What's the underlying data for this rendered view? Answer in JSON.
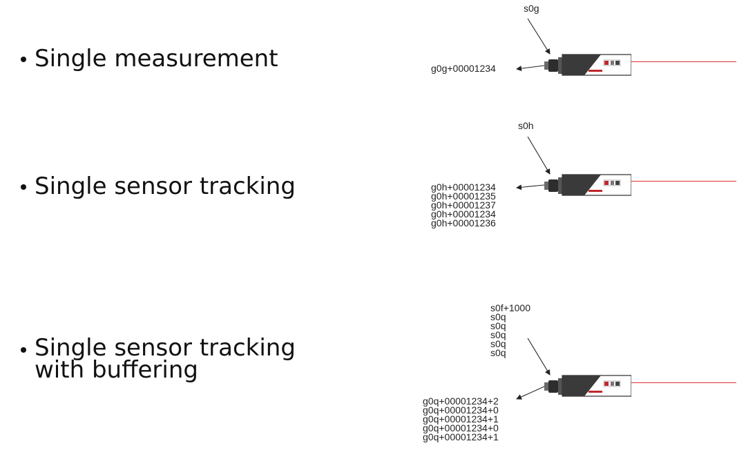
{
  "bullets": [
    {
      "lines": [
        "Single measurement"
      ]
    },
    {
      "lines": [
        "Single sensor tracking"
      ]
    },
    {
      "lines": [
        "Single sensor tracking",
        "with buffering"
      ]
    }
  ],
  "diagrams": [
    {
      "command_lines": [
        "s0g"
      ],
      "response_lines": [
        "g0g+00001234"
      ]
    },
    {
      "command_lines": [
        "s0h"
      ],
      "response_lines": [
        "g0h+00001234",
        "g0h+00001235",
        "g0h+00001237",
        "g0h+00001234",
        "g0h+00001236"
      ]
    },
    {
      "command_lines": [
        "s0f+1000",
        "s0q",
        "s0q",
        "s0q",
        "s0q",
        "s0q"
      ],
      "response_lines": [
        "g0q+00001234+2",
        "g0q+00001234+0",
        "g0q+00001234+1",
        "g0q+00001234+0",
        "g0q+00001234+1"
      ]
    }
  ],
  "colors": {
    "laser_beam": "#e03030",
    "sensor_body": "#3a3a3a"
  }
}
